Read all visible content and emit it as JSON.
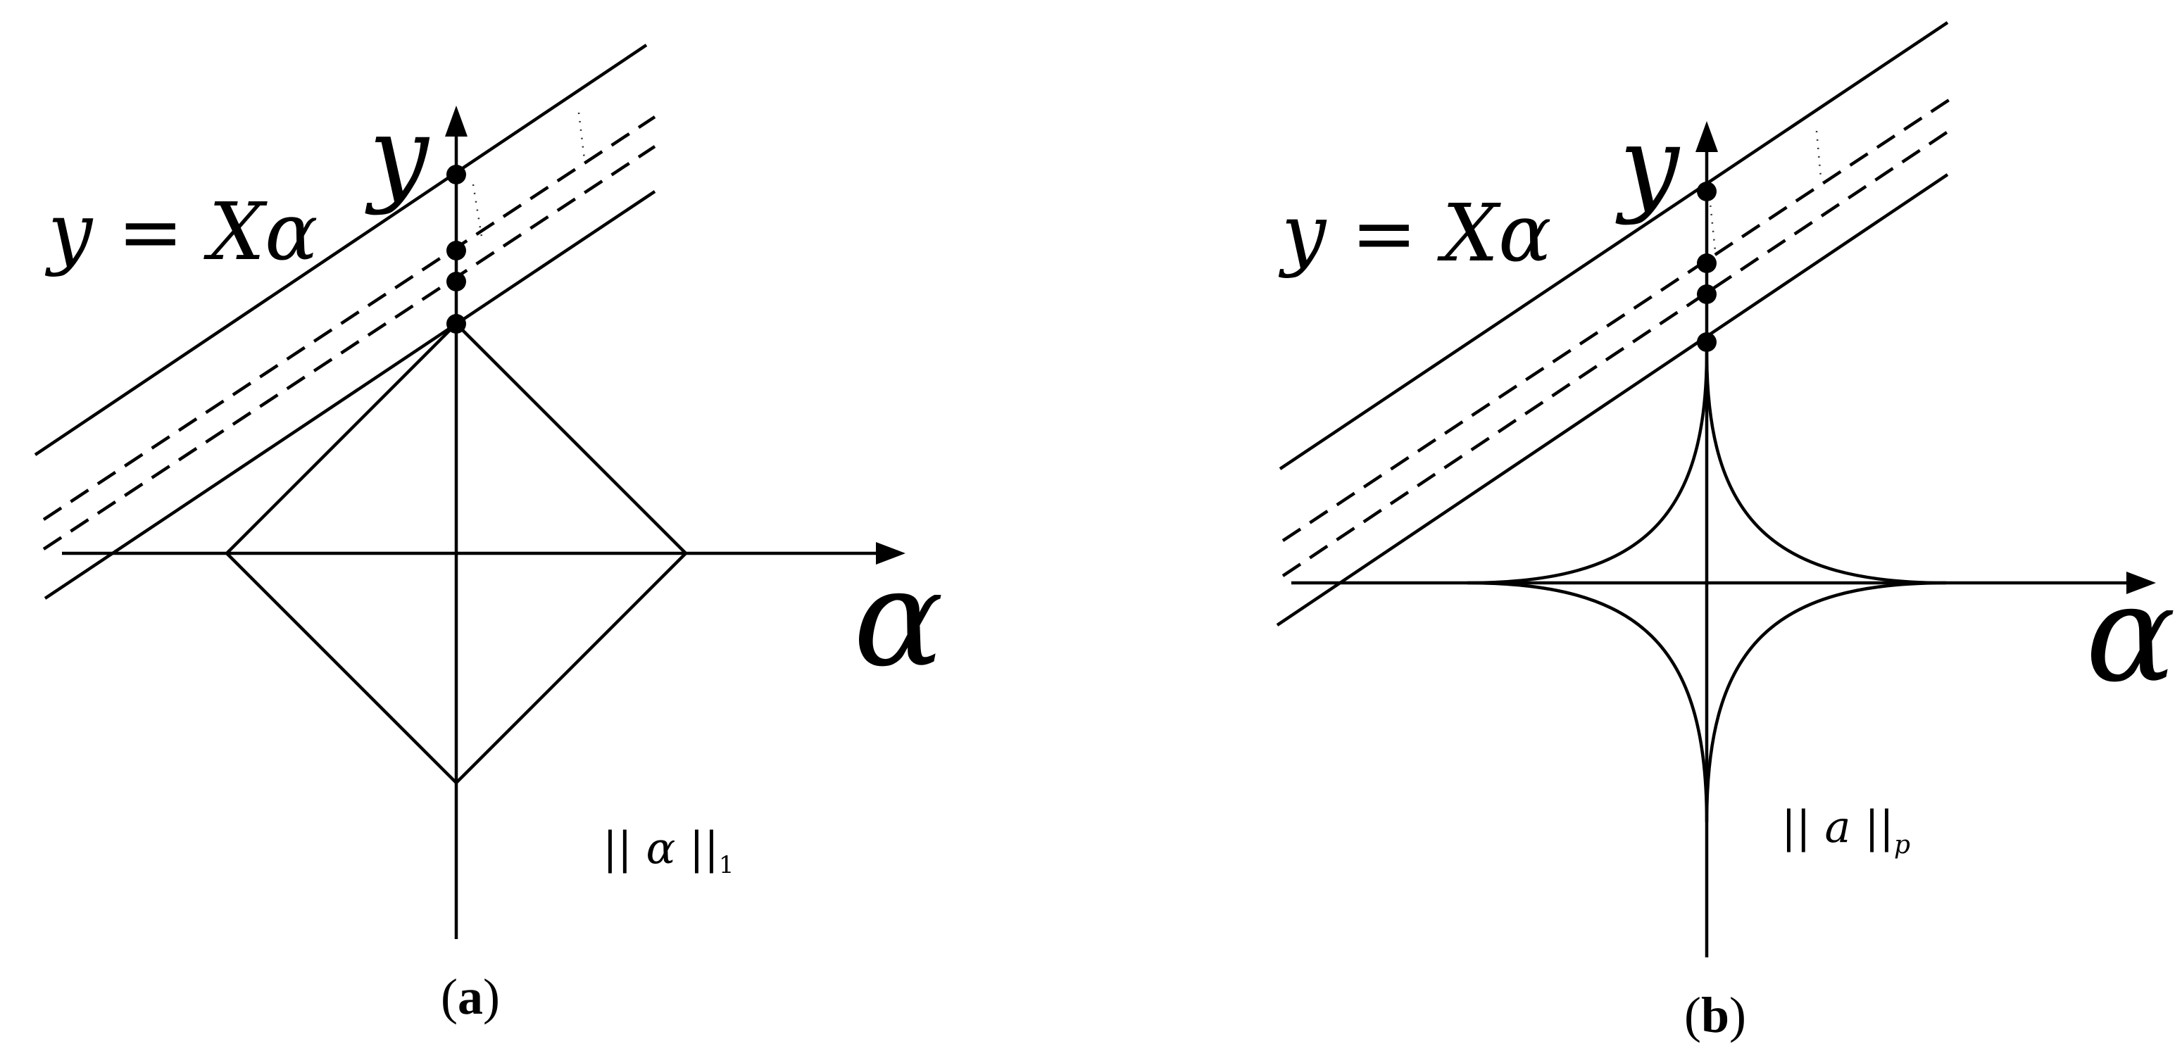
{
  "panels": [
    {
      "id": "a",
      "caption_open": "(",
      "caption_letter": "a",
      "caption_close": ")",
      "line_label": "y = Xα",
      "y_axis_label": "y",
      "x_axis_label": "α",
      "norm_label": "|| α ||",
      "norm_subscript": "1",
      "shape": "l1-diamond"
    },
    {
      "id": "b",
      "caption_open": "(",
      "caption_letter": "b",
      "caption_close": ")",
      "line_label": "y = Xα",
      "y_axis_label": "y",
      "x_axis_label": "α",
      "norm_label": "|| a ||",
      "norm_subscript": "p",
      "shape": "lp-astroid"
    }
  ]
}
